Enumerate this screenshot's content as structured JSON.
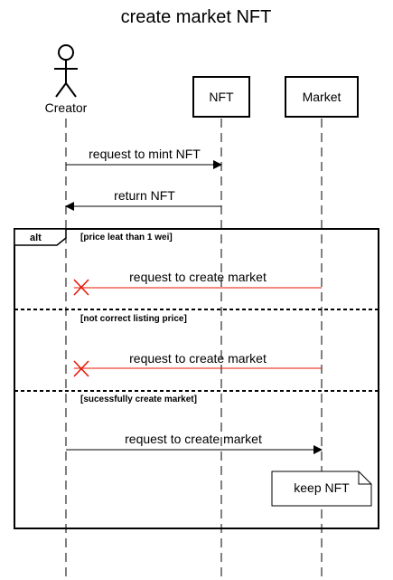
{
  "title": "create market NFT",
  "participants": {
    "creator": "Creator",
    "nft": "NFT",
    "market": "Market"
  },
  "messages": {
    "mint": "request to mint NFT",
    "return_nft": "return NFT",
    "create_market_1": "request to create market",
    "create_market_2": "request to create market",
    "create_market_3": "request to create market"
  },
  "fragment": {
    "operator": "alt",
    "guards": [
      "[price leat than 1 wei]",
      "[not correct listing price]",
      "[sucessfully create market]"
    ]
  },
  "note": "keep NFT",
  "colors": {
    "line": "#000000",
    "failure": "#e51400",
    "background": "#ffffff"
  }
}
